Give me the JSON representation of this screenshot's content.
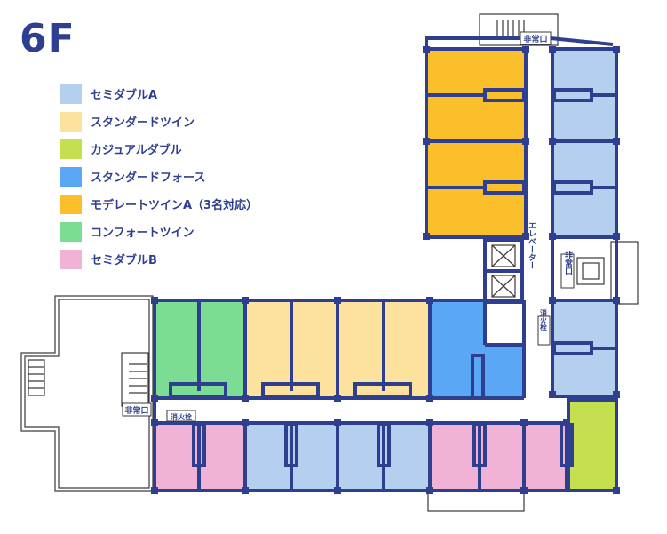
{
  "floor_label": "6F",
  "legend": [
    {
      "key": "semi_double_a",
      "label": "セミダブルA",
      "color": "#b5cfee"
    },
    {
      "key": "standard_twin",
      "label": "スタンダードツイン",
      "color": "#fce29d"
    },
    {
      "key": "casual_double",
      "label": "カジュアルダブル",
      "color": "#c5e04e"
    },
    {
      "key": "standard_fourth",
      "label": "スタンダードフォース",
      "color": "#5aa8f5"
    },
    {
      "key": "moderate_twin_a",
      "label": "モデレートツインA（3名対応）",
      "color": "#fbbf2c"
    },
    {
      "key": "comfort_twin",
      "label": "コンフォートツイン",
      "color": "#7ddc94"
    },
    {
      "key": "semi_double_b",
      "label": "セミダブルB",
      "color": "#f0b3d6"
    }
  ],
  "map_labels": {
    "emergency_exit": "非常口",
    "elevator": "エレベーター",
    "fire_hydrant": "消火栓"
  },
  "colors": {
    "wall": "#2f3f8f",
    "outline": "#3a3a3a"
  }
}
